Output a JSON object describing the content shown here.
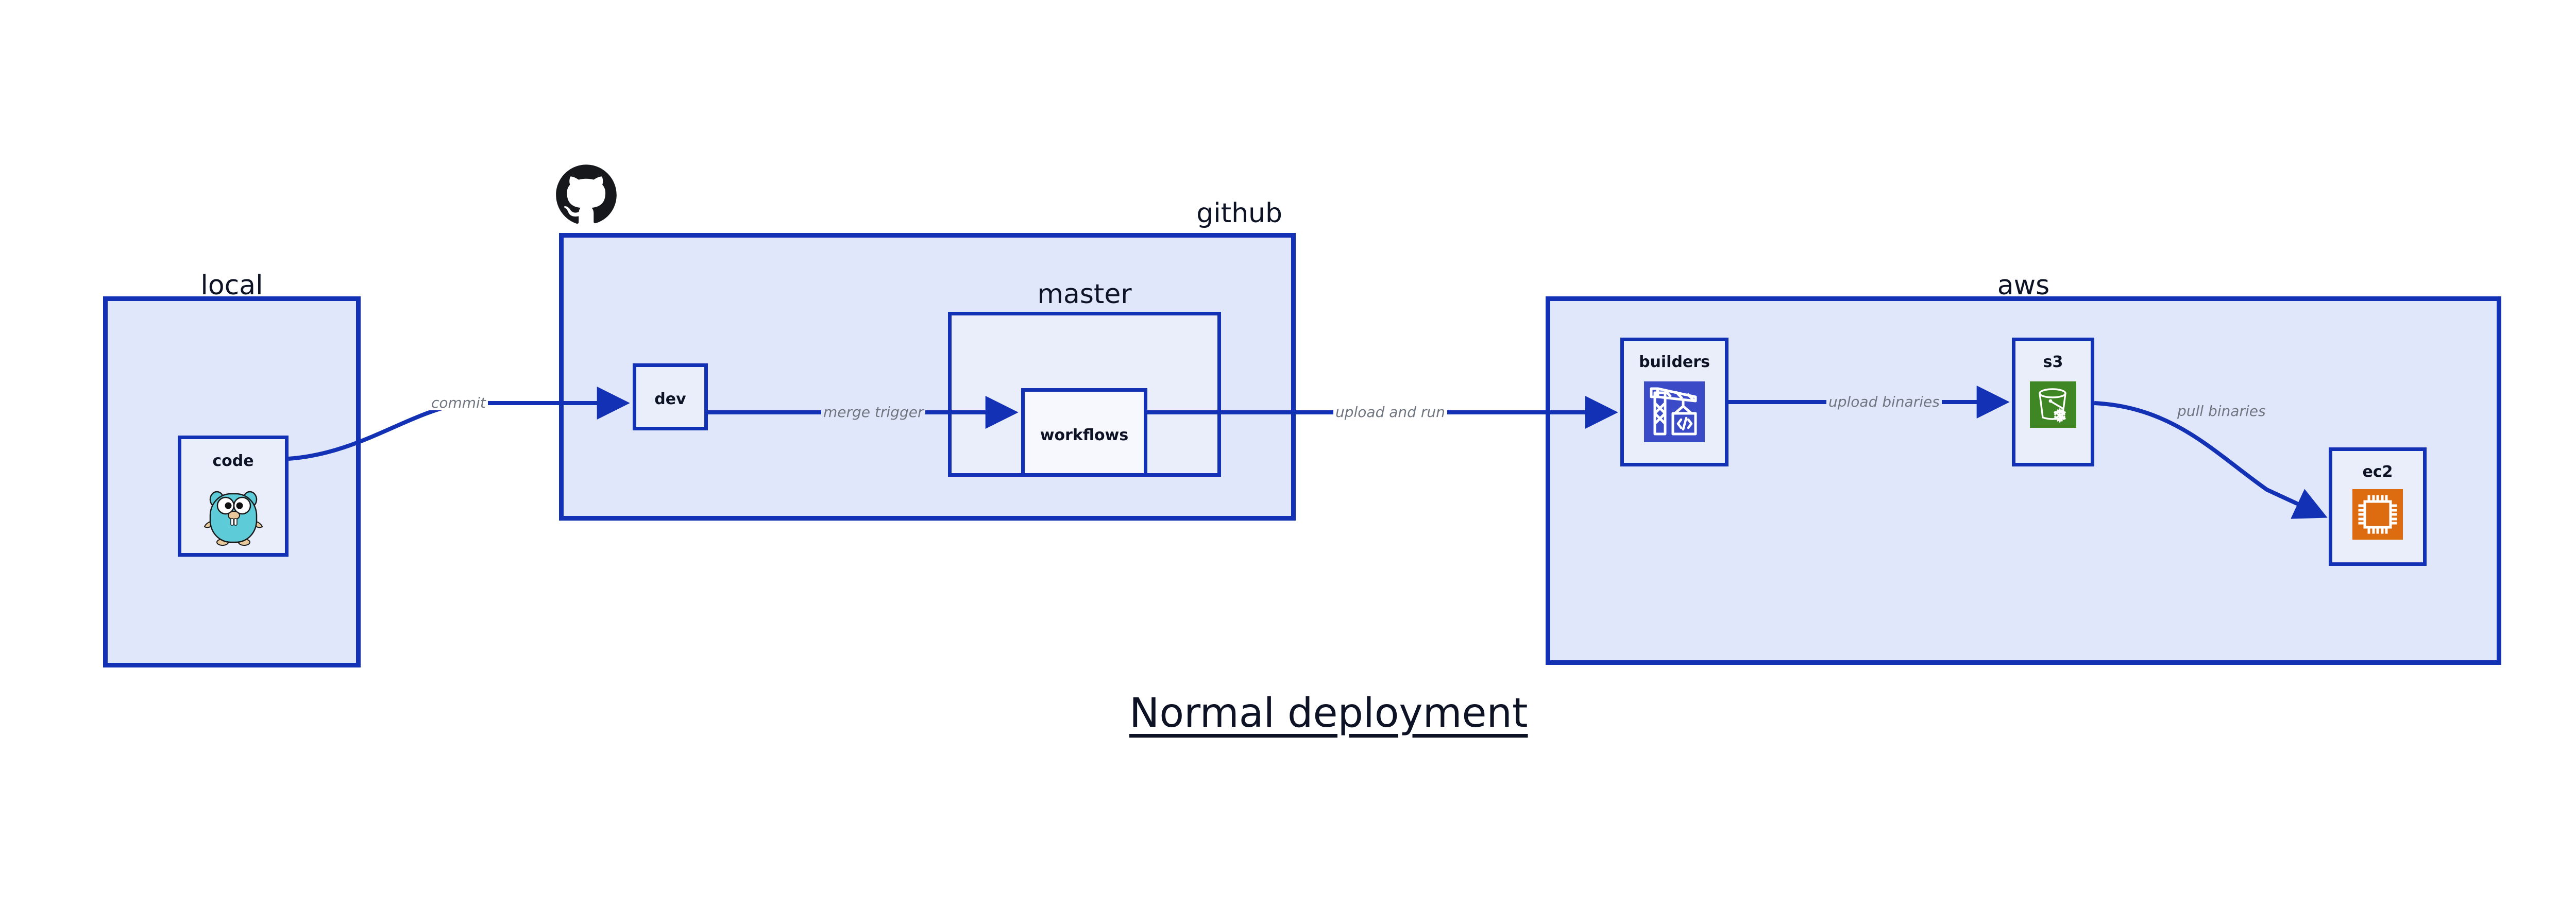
{
  "title": "Normal deployment",
  "colors": {
    "border_blue": "#1331b4",
    "group_fill": "#e1e7fa",
    "node_fill": "#eaeefb",
    "node_fill_light": "#f6f8fe",
    "edge_line": "#1331b4",
    "edge_label_text": "#6f7680",
    "node_text": "#0d1224",
    "builders_icon_bg": "#3b4bc8",
    "s3_icon_bg": "#3f8624",
    "ec2_icon_bg": "#dd6b10",
    "gopher_body": "#5dcbd8",
    "github_logo": "#17181c"
  },
  "groups": [
    {
      "id": "local",
      "label": "local"
    },
    {
      "id": "github",
      "label": "github"
    },
    {
      "id": "master",
      "label": "master"
    },
    {
      "id": "aws",
      "label": "aws"
    }
  ],
  "nodes": [
    {
      "id": "code",
      "label": "code",
      "icon": "go-gopher-icon"
    },
    {
      "id": "dev",
      "label": "dev",
      "icon": "none"
    },
    {
      "id": "workflows",
      "label": "workflows",
      "icon": "none"
    },
    {
      "id": "builders",
      "label": "builders",
      "icon": "aws-builders-crane-icon"
    },
    {
      "id": "s3",
      "label": "s3",
      "icon": "aws-s3-glacier-bucket-icon"
    },
    {
      "id": "ec2",
      "label": "ec2",
      "icon": "aws-ec2-chip-icon"
    }
  ],
  "edges": [
    {
      "id": "commit",
      "from": "code",
      "to": "dev",
      "label": "commit"
    },
    {
      "id": "merge-trigger",
      "from": "dev",
      "to": "workflows",
      "label": "merge trigger"
    },
    {
      "id": "upload-and-run",
      "from": "workflows",
      "to": "builders",
      "label": "upload and run"
    },
    {
      "id": "upload-binaries",
      "from": "builders",
      "to": "s3",
      "label": "upload binaries"
    },
    {
      "id": "pull-binaries",
      "from": "s3",
      "to": "ec2",
      "label": "pull binaries"
    }
  ],
  "icons": {
    "github_logo": "github-octocat-logo"
  }
}
